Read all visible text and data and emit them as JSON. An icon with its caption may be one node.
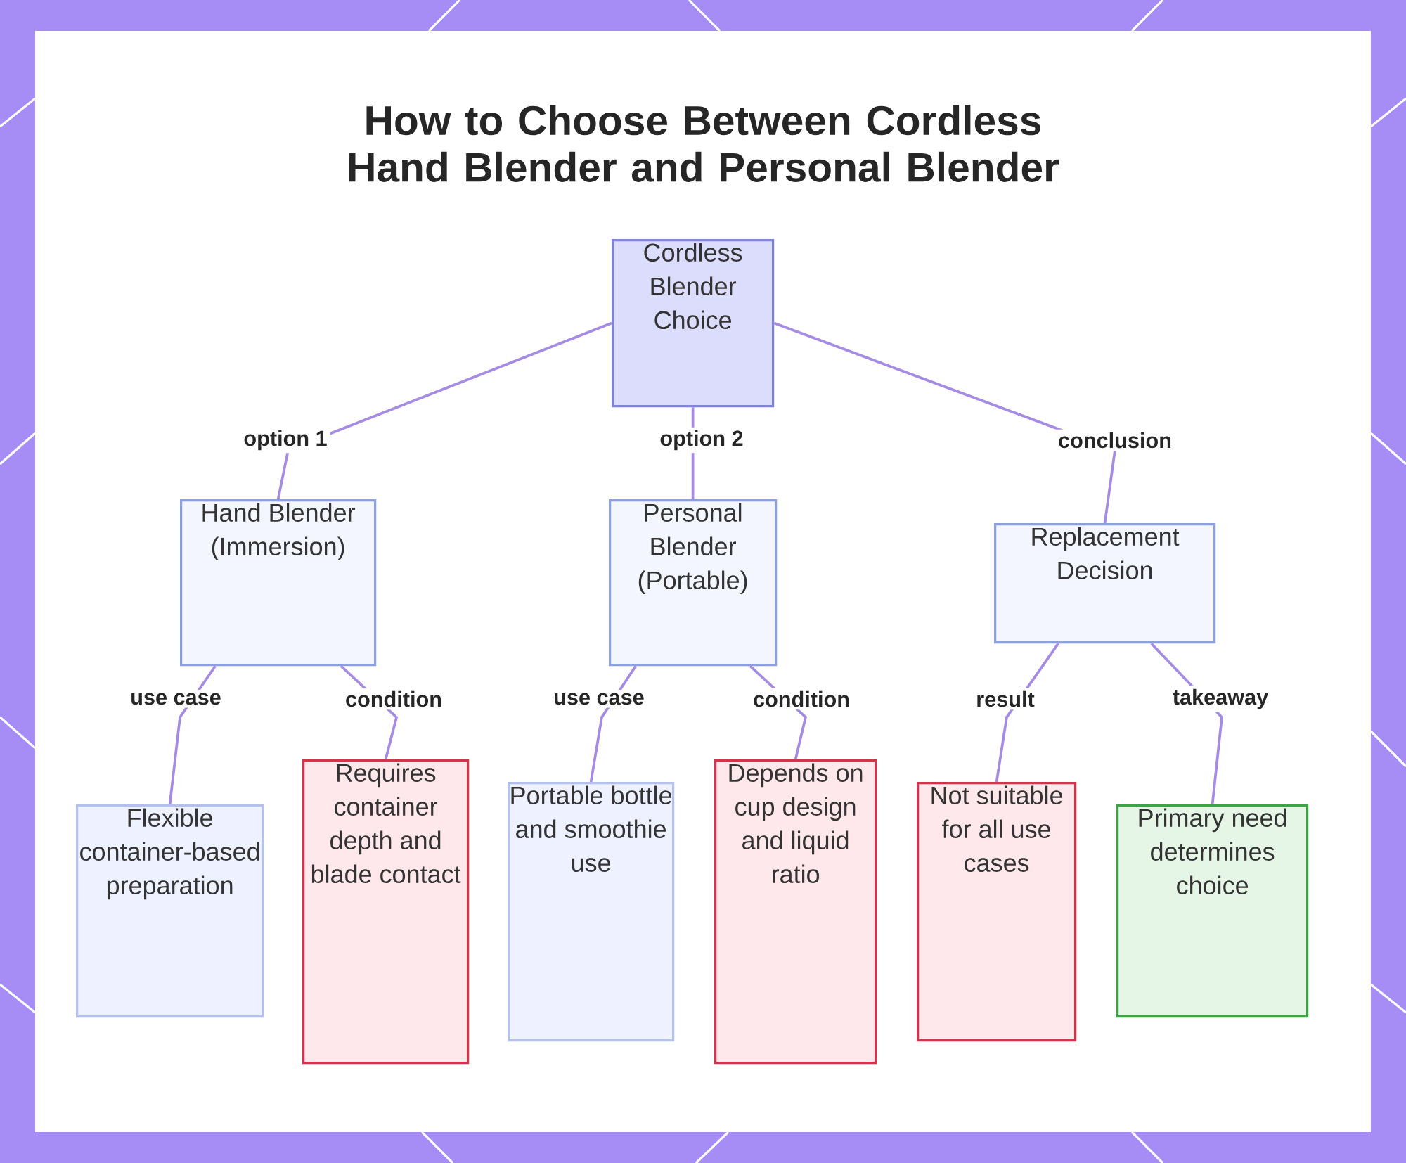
{
  "diagram": {
    "title": "How to Choose Between Cordless Hand Blender and Personal Blender",
    "nodes": [
      {
        "text": [
          "Cordless Blender Choice"
        ]
      },
      {
        "text": [
          "Hand Blender (Immersion)"
        ]
      },
      {
        "text": [
          "Personal Blender (Portable)"
        ]
      },
      {
        "text": [
          "Replacement Decision"
        ]
      },
      {
        "text": [
          "Flexible container-based preparation"
        ]
      },
      {
        "text": [
          "Requires container depth and blade contact"
        ]
      },
      {
        "text": [
          "Portable bottle and smoothie use"
        ]
      },
      {
        "text": [
          "Depends on cup design and liquid ratio"
        ]
      },
      {
        "text": [
          "Not suitable for all use cases"
        ]
      },
      {
        "text": [
          "Primary need determines choice"
        ]
      }
    ],
    "edges": [
      {
        "from": 0,
        "to": 1,
        "arrow": "none",
        "label": "option 1"
      },
      {
        "from": 0,
        "to": 2,
        "arrow": "none",
        "label": "option 2"
      },
      {
        "from": 0,
        "to": 3,
        "arrow": "none",
        "label": "conclusion"
      },
      {
        "from": 1,
        "to": 4,
        "arrow": "none",
        "label": "use case"
      },
      {
        "from": 1,
        "to": 5,
        "arrow": "none",
        "label": "condition"
      },
      {
        "from": 2,
        "to": 6,
        "arrow": "none",
        "label": "use case"
      },
      {
        "from": 2,
        "to": 7,
        "arrow": "none",
        "label": "condition"
      },
      {
        "from": 3,
        "to": 8,
        "arrow": "none",
        "label": "result"
      },
      {
        "from": 3,
        "to": 9,
        "arrow": "none",
        "label": "takeaway"
      }
    ]
  }
}
